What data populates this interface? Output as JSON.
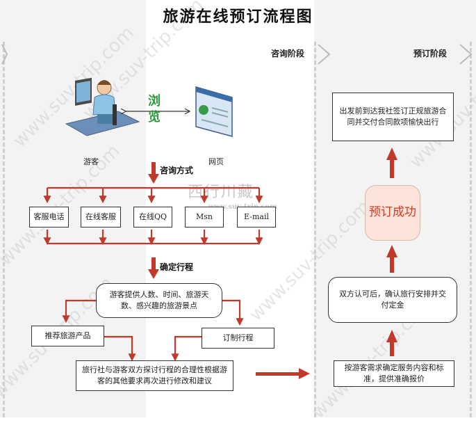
{
  "title": "旅游在线预订流程图",
  "phases": {
    "consult": "咨询阶段",
    "booking": "预订阶段"
  },
  "top": {
    "tourist_label": "游客",
    "webpage_label": "网页",
    "browse_text": "浏览"
  },
  "steps": {
    "consult_methods": "咨询方式",
    "confirm_itinerary": "确定行程"
  },
  "methods": [
    "客服电话",
    "在线客服",
    "在线QQ",
    "Msn",
    "E-mail"
  ],
  "flow": {
    "provide_info": "游客提供人数、时间、旅游天数、感兴趣的旅游景点",
    "recommend": "推荐旅游产品",
    "custom": "订制行程",
    "discuss": "旅行社与游客双方探讨行程的合理性根据游客的其他要求再次进行修改和建议"
  },
  "booking": {
    "quote": "按游客需求确定服务内容和标准，提供准确报价",
    "deposit": "双方认可后，确认旅行安排并交付定金",
    "success": "预订成功",
    "depart": "出发前到达我社签订正规旅游合同并交付合同款项愉快出行"
  },
  "watermark": {
    "url": "www.suv-trip.com",
    "logo": "西行川藏",
    "logo_sub": "www.suv-trip.com"
  },
  "colors": {
    "arrow": "#c0392b",
    "success_fill": "#fbe3d9",
    "success_text": "#d03a20",
    "browse": "#2a9a3a"
  }
}
